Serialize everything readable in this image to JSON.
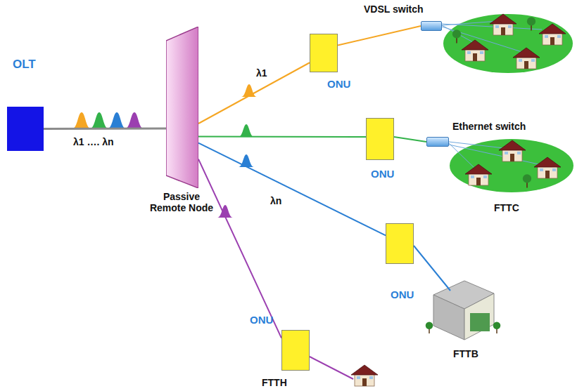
{
  "diagram": {
    "nodes": [
      {
        "text": [
          "OLT"
        ]
      },
      {
        "text": [
          "Passive Remote Node"
        ]
      },
      {
        "text": [
          "VDSL switch"
        ]
      },
      {
        "text": [
          "ONU"
        ]
      },
      {
        "text": [
          "Ethernet switch"
        ]
      },
      {
        "text": [
          "ONU"
        ]
      },
      {
        "text": [
          "ONU"
        ]
      },
      {
        "text": [
          "ONU"
        ]
      }
    ],
    "edges": [
      {
        "from": 0,
        "to": 1,
        "arrow": "none"
      },
      {
        "from": 1,
        "to": 3,
        "arrow": "none"
      },
      {
        "from": 1,
        "to": 5,
        "arrow": "none"
      },
      {
        "from": 1,
        "to": 6,
        "arrow": "none"
      },
      {
        "from": 1,
        "to": 7,
        "arrow": "none"
      },
      {
        "from": 3,
        "to": 2,
        "arrow": "none"
      },
      {
        "from": 5,
        "to": 4,
        "arrow": "none"
      }
    ],
    "labels": [
      "λ1 …. λn",
      "λ1",
      "FTTC",
      "FTTB",
      "λn",
      "FTTH"
    ]
  }
}
